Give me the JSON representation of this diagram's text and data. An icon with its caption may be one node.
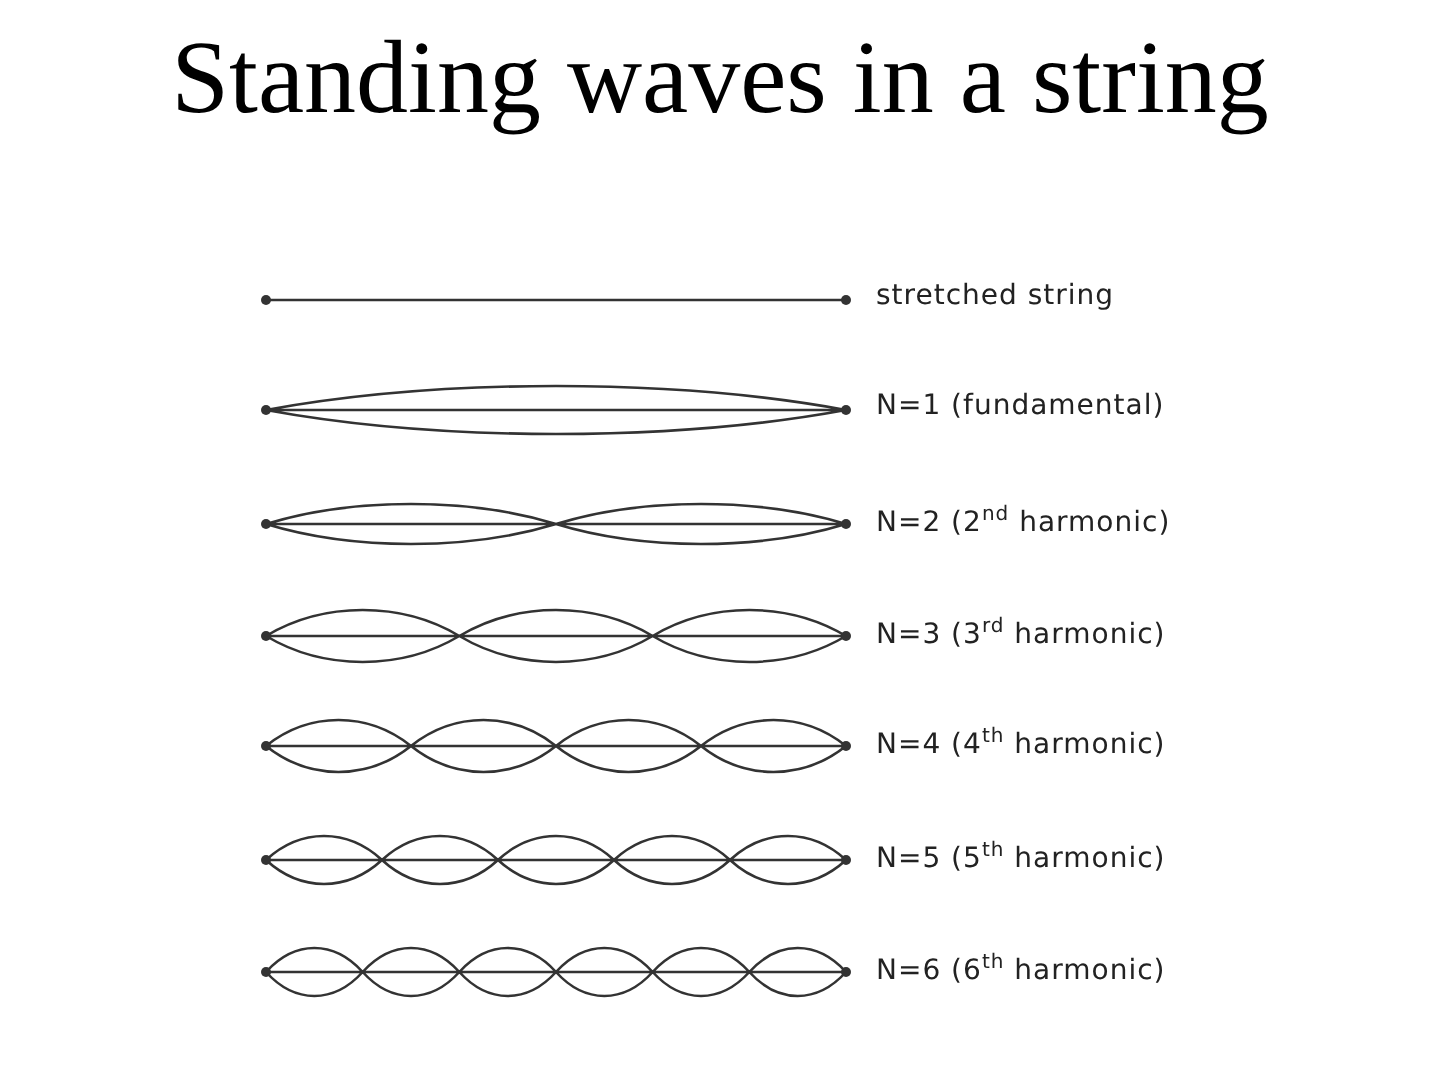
{
  "diagram": {
    "title": "Standing waves in a string",
    "labels": [
      "stretched string",
      "N=1 (fundamental)",
      "N=2 (2$^{nd}$ harmonic)",
      "N=3 (3$^{rd}$ harmonic)",
      "N=4 (4$^{th}$ harmonic)",
      "N=5 (5$^{th}$ harmonic)",
      "N=6 (6$^{th}$ harmonic)"
    ]
  }
}
